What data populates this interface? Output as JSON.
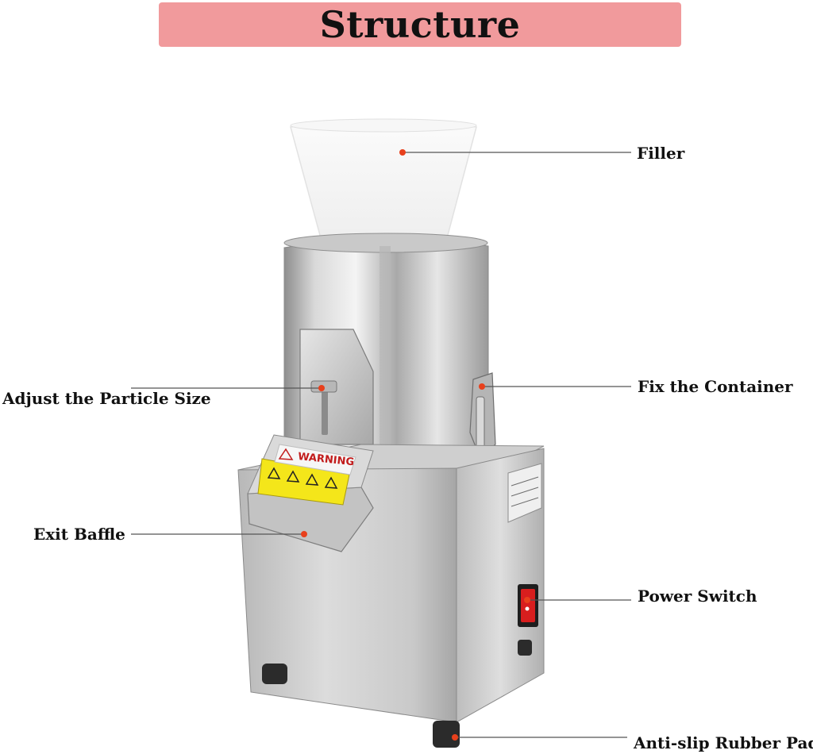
{
  "title": "Structure",
  "warning_label": "WARNING",
  "callouts": {
    "filler": "Filler",
    "fix_container": "Fix the Container",
    "adjust_particle": "Adjust the Particle Size",
    "exit_baffle": "Exit Baffle",
    "power_switch": "Power Switch",
    "rubber_pad": "Anti-slip Rubber Pad"
  },
  "colors": {
    "banner": "#f19a9c",
    "marker": "#e8401c",
    "leader_line": "#555555",
    "warning_sticker": "#f4e61a",
    "switch": "#d81e1e"
  }
}
